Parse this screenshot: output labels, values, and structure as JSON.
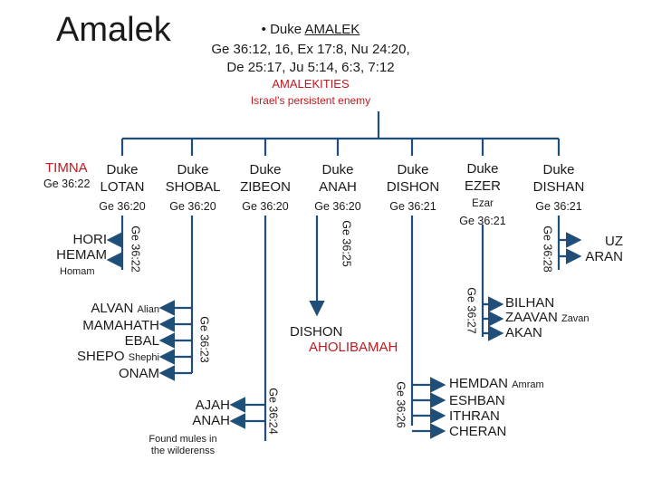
{
  "slide_title": "Amalek",
  "header": {
    "duke_prefix": "• Duke ",
    "duke_name": "AMALEK",
    "refs_line1": "Ge 36:12, 16, Ex 17:8, Nu 24:20,",
    "refs_line2": "De 25:17, Ju 5:14, 6:3, 7:12",
    "people": "AMALEKITIES",
    "subtitle": "Israel's persistent enemy"
  },
  "timna": {
    "name": "TIMNA",
    "ref": "Ge 36:22"
  },
  "dukes": [
    {
      "title": "Duke",
      "name": "LOTAN",
      "ref": "Ge 36:20"
    },
    {
      "title": "Duke",
      "name": "SHOBAL",
      "ref": "Ge 36:20"
    },
    {
      "title": "Duke",
      "name": "ZIBEON",
      "ref": "Ge 36:20"
    },
    {
      "title": "Duke",
      "name": "ANAH",
      "ref": "Ge 36:20"
    },
    {
      "title": "Duke",
      "name": "DISHON",
      "ref": "Ge 36:21"
    },
    {
      "title": "Duke",
      "name": "EZER",
      "alias": "Ezar",
      "ref": "Ge 36:21"
    },
    {
      "title": "Duke",
      "name": "DISHAN",
      "ref": "Ge 36:21"
    }
  ],
  "lotan_children": {
    "names": [
      "HORI",
      "HEMAM"
    ],
    "alias": "Homam",
    "ref": "Ge 36:22"
  },
  "shobal_children": {
    "names": [
      "ALVAN",
      "MAMAHATH",
      "EBAL",
      "SHEPO",
      "ONAM"
    ],
    "alvan_alias": "Alian",
    "shepo_alias": "Shephi",
    "ref": "Ge 36:23"
  },
  "zibeon_children": {
    "names": [
      "AJAH",
      "ANAH"
    ],
    "note_line1": "Found mules in",
    "note_line2": "the wilderenss",
    "ref": "Ge 36:24"
  },
  "anah_children": {
    "names": [
      "DISHON",
      "AHOLIBAMAH"
    ],
    "ref": "Ge 36:25"
  },
  "dishon_children": {
    "names": [
      "HEMDAN",
      "ESHBAN",
      "ITHRAN",
      "CHERAN"
    ],
    "hemdan_alias": "Amram",
    "ref": "Ge 36:26"
  },
  "ezer_children": {
    "names": [
      "BILHAN",
      "ZAAVAN",
      "AKAN"
    ],
    "zaavan_alias": "Zavan",
    "ref": "Ge 36:27"
  },
  "dishan_children": {
    "names": [
      "UZ",
      "ARAN"
    ],
    "ref": "Ge 36:28"
  },
  "colors": {
    "accent_red": "#c0191f",
    "line_blue": "#1f4e79"
  }
}
